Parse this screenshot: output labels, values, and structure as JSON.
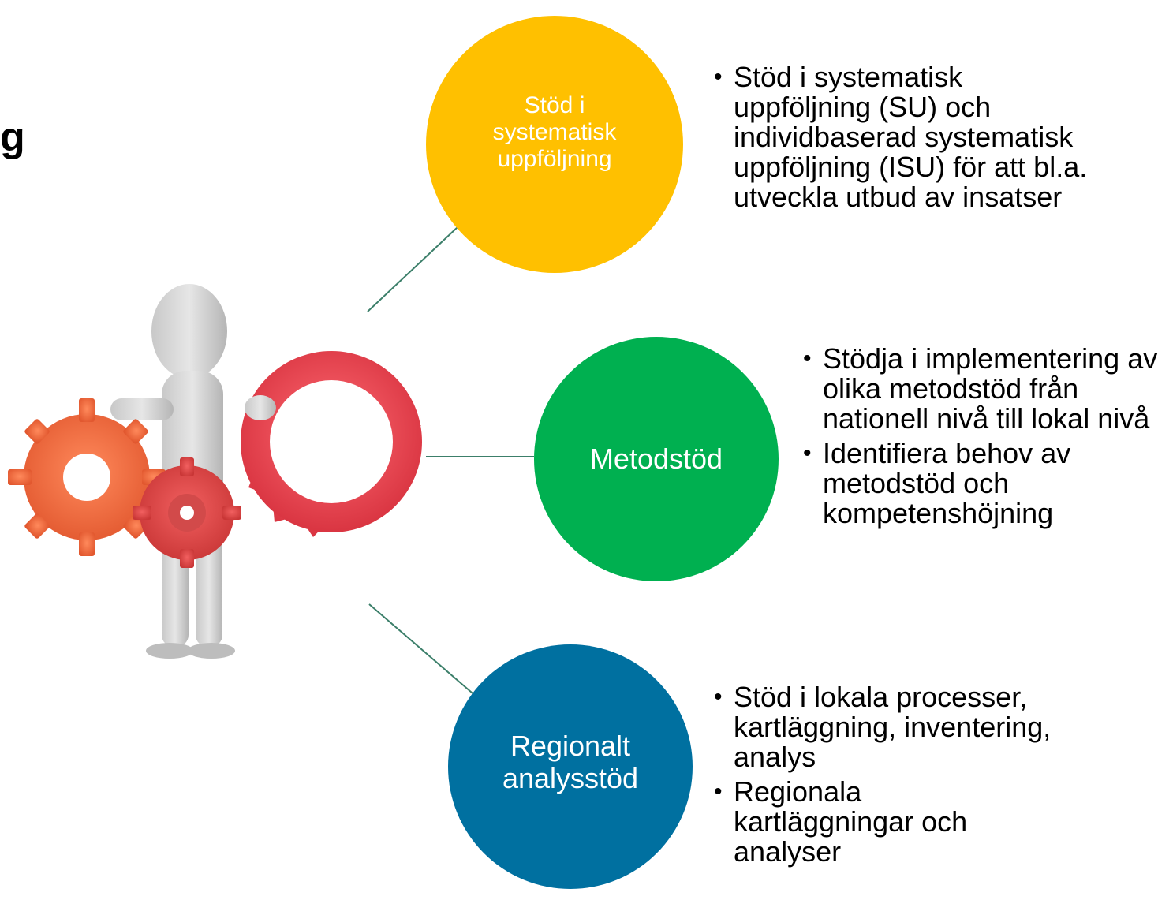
{
  "title_fragment": "g",
  "colors": {
    "circle_1": "#FFC000",
    "circle_2": "#00B050",
    "circle_3": "#0070A0",
    "connector": "#3C7F6A"
  },
  "illustration": {
    "icon": "person-with-gears-icon"
  },
  "branches": [
    {
      "circle_label": "Stöd i systematisk uppföljning",
      "bullets": [
        "Stöd i systematisk uppföljning (SU) och individbaserad systematisk uppföljning (ISU) för att bl.a. utveckla utbud av insatser"
      ]
    },
    {
      "circle_label": "Metodstöd",
      "bullets": [
        "Stödja i implementering av olika metodstöd från nationell nivå till lokal nivå",
        "Identifiera behov av metodstöd och kompetenshöjning"
      ]
    },
    {
      "circle_label": "Regionalt analysstöd",
      "bullets": [
        "Stöd i lokala processer, kartläggning, inventering, analys",
        "Regionala kartläggningar och analyser"
      ]
    }
  ]
}
